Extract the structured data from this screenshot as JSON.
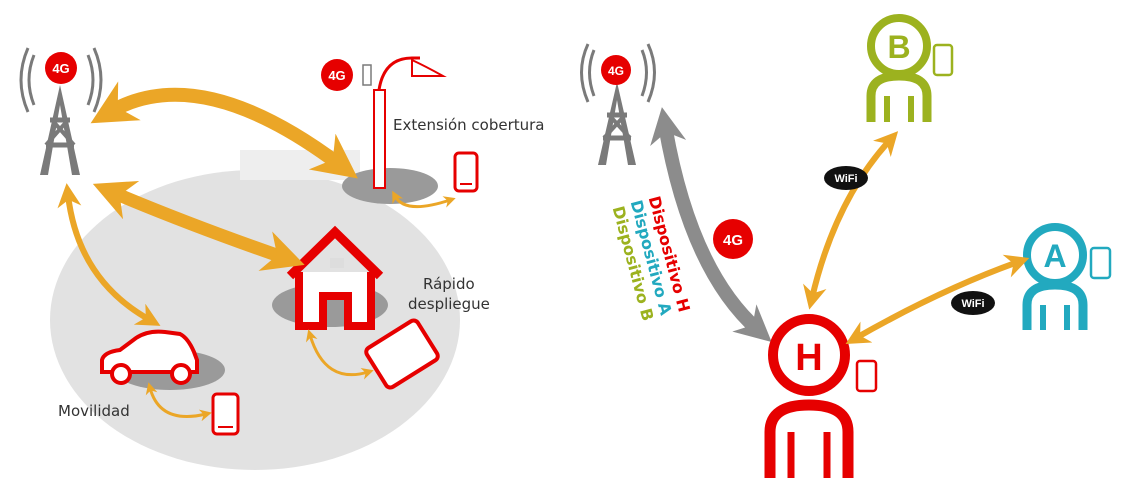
{
  "colors": {
    "vodafone_red": "#e60000",
    "arrow_orange": "#eba627",
    "tower_grey": "#7a7a7a",
    "device_green": "#9cb21f",
    "device_teal": "#22a9bf",
    "disc_grey": "#e2e2e2"
  },
  "left": {
    "tower_badge": "4G",
    "street_badge": "4G",
    "labels": {
      "coverage": "Extensión cobertura",
      "rapid_1": "Rápido",
      "rapid_2": "despliegue",
      "mobility": "Movilidad"
    },
    "icons": [
      "cell-tower-icon",
      "street-lamp-icon",
      "house-icon",
      "car-icon",
      "smartphone-icon",
      "tablet-icon"
    ]
  },
  "right": {
    "tower_badge": "4G",
    "link_badge": "4G",
    "wifi_label": "WiFi",
    "users": {
      "h": "H",
      "a": "A",
      "b": "B"
    },
    "devices": {
      "h": "Dispositivo H",
      "a": "Dispositivo A",
      "b": "Dispositivo B"
    },
    "icons": [
      "cell-tower-icon",
      "person-h-icon",
      "person-a-icon",
      "person-b-icon",
      "wifi-logo-icon",
      "smartphone-icon"
    ]
  }
}
